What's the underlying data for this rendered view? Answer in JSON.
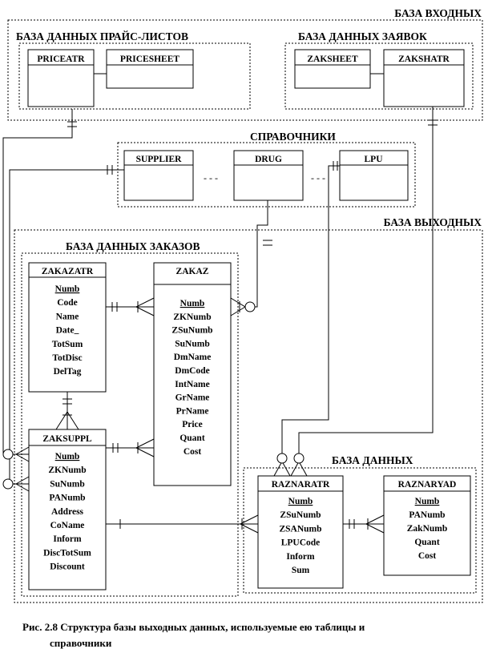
{
  "groups": {
    "input_db": "БАЗА ВХОДНЫХ",
    "pricelist_db": "БАЗА ДАННЫХ ПРАЙС-ЛИСТОВ",
    "requests_db": "БАЗА ДАННЫХ ЗАЯВОК",
    "directories": "СПРАВОЧНИКИ",
    "output_db": "БАЗА ВЫХОДНЫХ",
    "orders_db": "БАЗА ДАННЫХ ЗАКАЗОВ",
    "allocation_db": "БАЗА ДАННЫХ"
  },
  "tables": {
    "priceatr": {
      "title": "PRICEATR"
    },
    "pricesheet": {
      "title": "PRICESHEET"
    },
    "zaksheet": {
      "title": "ZAKSHEET"
    },
    "zakshatr": {
      "title": "ZAKSHATR"
    },
    "supplier": {
      "title": "SUPPLIER"
    },
    "drug": {
      "title": "DRUG"
    },
    "lpu": {
      "title": "LPU"
    },
    "zakazatr": {
      "title": "ZAKAZATR",
      "fields": [
        "Numb",
        "Code",
        "Name",
        "Date_",
        "TotSum",
        "TotDisc",
        "DelTag"
      ]
    },
    "zakaz": {
      "title": "ZAKAZ",
      "fields": [
        "Numb",
        "ZKNumb",
        "ZSuNumb",
        "SuNumb",
        "DmName",
        "DmCode",
        "IntName",
        "GrName",
        "PrName",
        "Price",
        "Quant",
        "Cost"
      ]
    },
    "zaksuppl": {
      "title": "ZAKSUPPL",
      "fields": [
        "Numb",
        "ZKNumb",
        "SuNumb",
        "PANumb",
        "Address",
        "CoName",
        "Inform",
        "DiscTotSum",
        "Discount"
      ]
    },
    "raznaratr": {
      "title": "RAZNARATR",
      "fields": [
        "Numb",
        "ZSuNumb",
        "ZSANumb",
        "LPUCode",
        "Inform",
        "Sum"
      ]
    },
    "raznaryad": {
      "title": "RAZNARYAD",
      "fields": [
        "Numb",
        "PANumb",
        "ZakNumb",
        "Quant",
        "Cost"
      ]
    }
  },
  "separators": {
    "dots1": "- - -",
    "dots2": "- - -"
  },
  "caption": {
    "line1": "Рис. 2.8 Структура базы выходных данных, используемые ею таблицы и",
    "line2": "справочники"
  }
}
